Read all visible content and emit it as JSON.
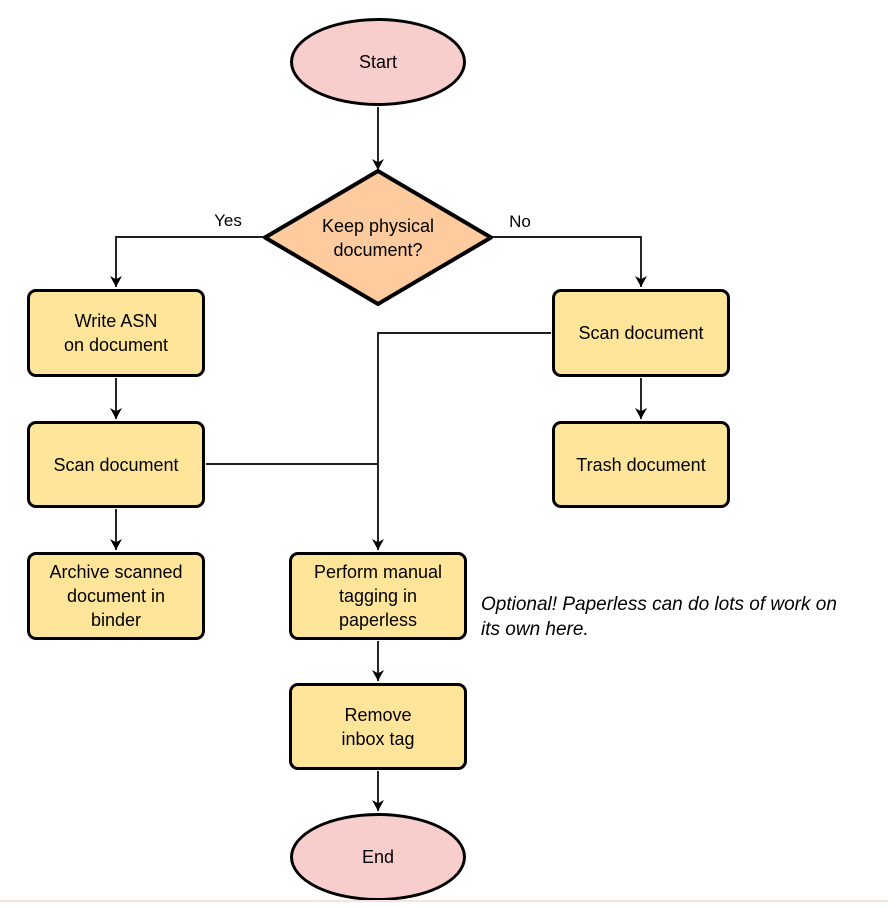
{
  "diagram": {
    "nodes": {
      "start": {
        "label": "Start",
        "shape": "terminator"
      },
      "decision": {
        "label": "Keep physical\ndocument?",
        "shape": "decision"
      },
      "write_asn": {
        "label": "Write ASN\non document",
        "shape": "process"
      },
      "scan_left": {
        "label": "Scan document",
        "shape": "process"
      },
      "archive": {
        "label": "Archive scanned\ndocument in\nbinder",
        "shape": "process"
      },
      "scan_right": {
        "label": "Scan document",
        "shape": "process"
      },
      "trash": {
        "label": "Trash document",
        "shape": "process"
      },
      "tagging": {
        "label": "Perform manual\ntagging in\npaperless",
        "shape": "process"
      },
      "remove_inbox": {
        "label": "Remove\ninbox tag",
        "shape": "process"
      },
      "end": {
        "label": "End",
        "shape": "terminator"
      }
    },
    "edge_labels": {
      "yes": "Yes",
      "no": "No"
    },
    "annotation": "Optional! Paperless can do lots of work on\nits own here."
  },
  "colors": {
    "canvas": "#ffffff",
    "stroke": "#000000",
    "terminator-fill": "#f8cecc",
    "decision-fill": "#fdcb9e",
    "process-fill": "#ffe599",
    "footer-line": "#f2e5df"
  }
}
